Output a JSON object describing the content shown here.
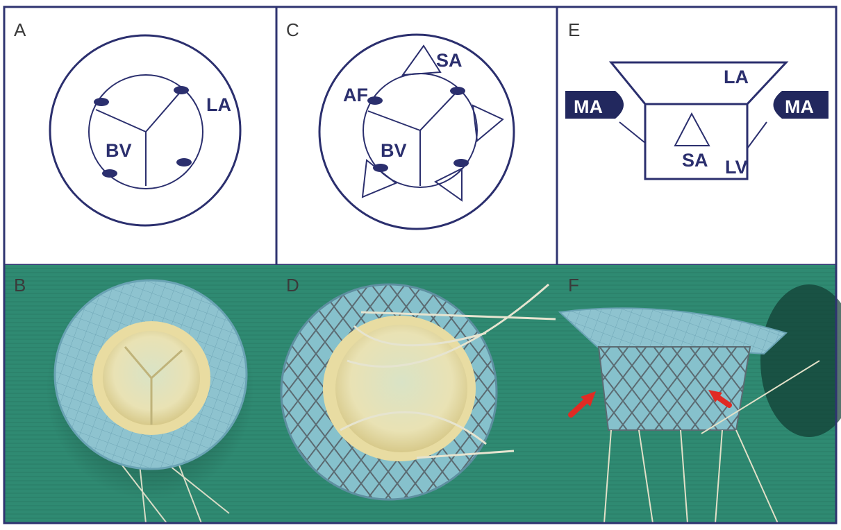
{
  "colors": {
    "ink": "#2b2f6e",
    "panel_border": "#2f3470",
    "drape": "#2f8a72",
    "mesh": "#8ec3cf",
    "leaflet": "#f1e7b8",
    "arrow": "#e02b24"
  },
  "panels": {
    "A": {
      "letter": "A",
      "labels": {
        "BV": "BV",
        "LA": "LA"
      }
    },
    "B": {
      "letter": "B"
    },
    "C": {
      "letter": "C",
      "labels": {
        "SA": "SA",
        "AF": "AF",
        "BV": "BV"
      }
    },
    "D": {
      "letter": "D"
    },
    "E": {
      "letter": "E",
      "labels": {
        "LA": "LA",
        "MA_left": "MA",
        "MA_right": "MA",
        "SA": "SA",
        "LV": "LV"
      }
    },
    "F": {
      "letter": "F"
    }
  }
}
